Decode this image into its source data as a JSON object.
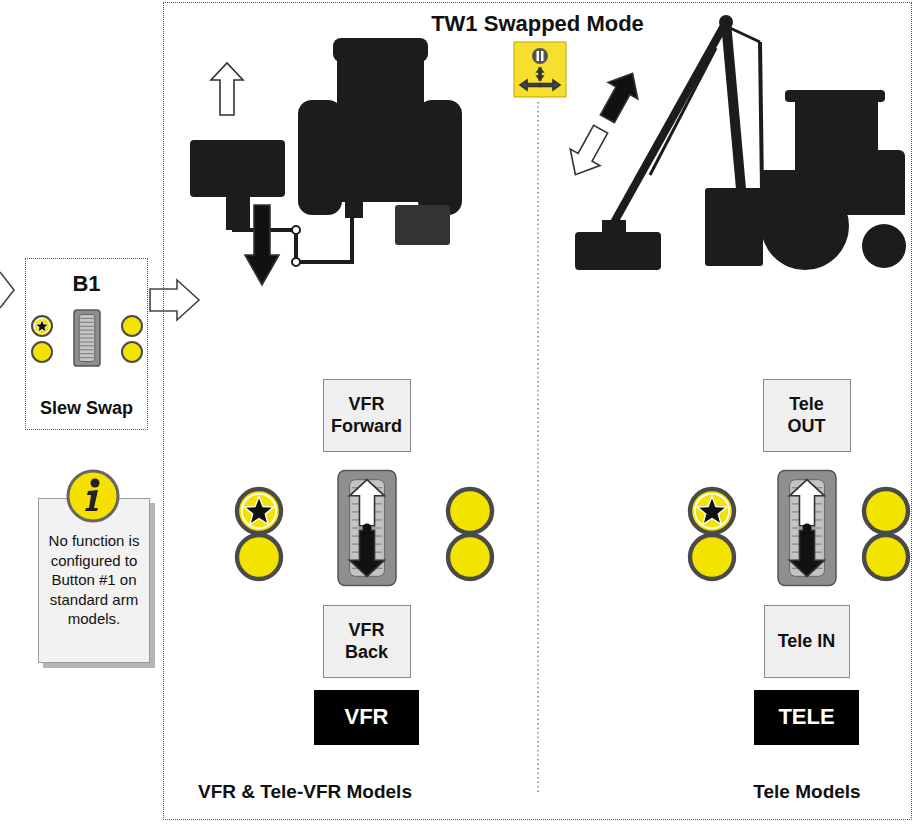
{
  "diagram": {
    "nodes": [
      {
        "text": [
          "B1",
          "Slew Swap"
        ]
      },
      {
        "text": [
          "No function is configured to Button #1 on standard arm models."
        ]
      },
      {
        "text": [
          "TW1 Swapped Mode"
        ]
      },
      {
        "text": [
          "VFR Forward"
        ],
        "in": 2
      },
      {
        "text": [
          "VFR Back"
        ],
        "in": 2
      },
      {
        "text": [
          "VFR"
        ],
        "in": 2
      },
      {
        "text": [
          "Tele OUT"
        ],
        "in": 2
      },
      {
        "text": [
          "Tele IN"
        ],
        "in": 2
      },
      {
        "text": [
          "TELE"
        ],
        "in": 2
      }
    ],
    "edges": [
      {
        "from": 0,
        "to": 2,
        "arrow": "to"
      }
    ],
    "labels": [
      "VFR & Tele-VFR Models",
      "Tele Models"
    ]
  }
}
